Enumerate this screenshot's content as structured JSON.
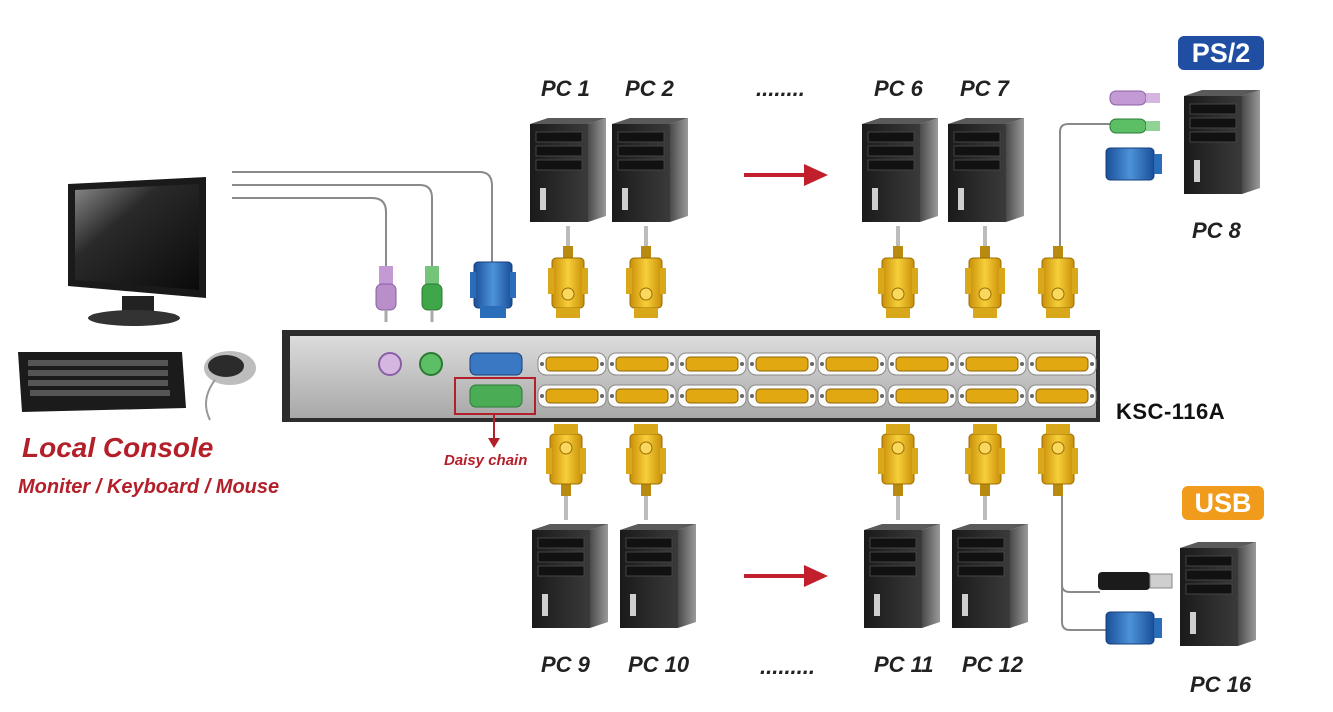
{
  "console": {
    "title": "Local Console",
    "subtitle": "Moniter / Keyboard / Mouse"
  },
  "kvm": {
    "model": "KSC-116A",
    "daisy_chain_label": "Daisy chain"
  },
  "interfaces": {
    "ps2": {
      "label": "PS/2",
      "color": "#1f4ea3"
    },
    "usb": {
      "label": "USB",
      "color": "#f09b1c"
    }
  },
  "pcs": {
    "top": [
      "PC 1",
      "PC 2",
      "PC 6",
      "PC 7",
      "PC 8"
    ],
    "bottom": [
      "PC 9",
      "PC 10",
      "PC 11",
      "PC 12",
      "PC 16"
    ],
    "top_ellipsis": "........",
    "bottom_ellipsis": "........."
  },
  "colors": {
    "accent_red": "#b3202a",
    "vga_blue": "#2a6db8",
    "vga_gold": "#e8b21a",
    "ps2_purple": "#b88fc9",
    "ps2_green": "#3fa64a"
  }
}
